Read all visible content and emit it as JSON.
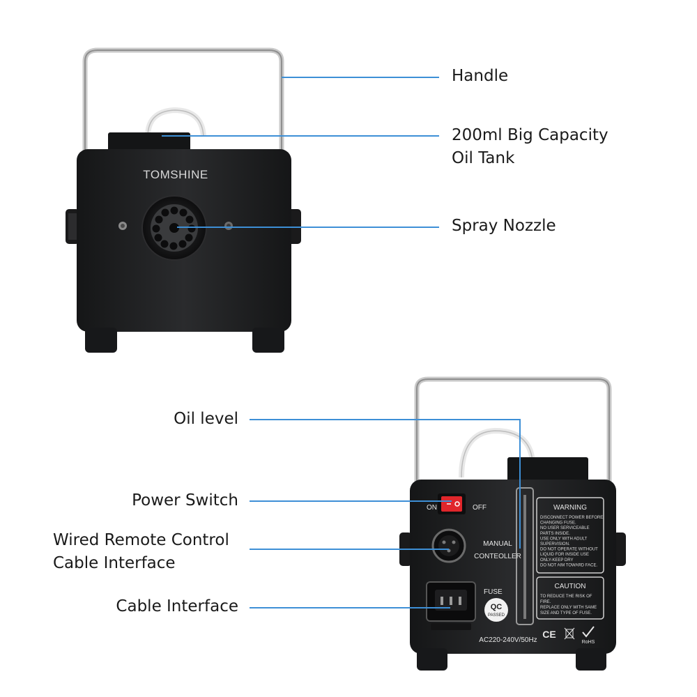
{
  "front_view": {
    "brand": "TOMSHINE",
    "callouts": {
      "handle": "Handle",
      "oil_tank_line1": "200ml Big Capacity",
      "oil_tank_line2": "Oil Tank",
      "spray_nozzle": "Spray Nozzle"
    }
  },
  "back_view": {
    "callouts": {
      "oil_level": "Oil level",
      "power_switch": "Power Switch",
      "remote_line1": "Wired Remote Control",
      "remote_line2": "Cable Interface",
      "cable_interface": "Cable Interface"
    },
    "panel": {
      "switch_on": "ON",
      "switch_off": "OFF",
      "manual_line1": "MANUAL",
      "manual_line2": "CONTEOLLER",
      "fuse": "FUSE",
      "qc": "QC",
      "qc_passed": "PASSED",
      "voltage": "AC220-240V/50Hz",
      "warning_title": "WARNING",
      "warning_lines": [
        "DISCONNECT POWER BEFORE",
        "CHANGING FUSE.",
        "NO USER SERVICEABLE",
        "PARTS INSIDE.",
        "USE ONLY WITH ADULT",
        "SUPERVISION.",
        "DO NOT OPERATE WITHOUT",
        "LIQUID FOR INSIDE USE",
        "ONLY-KEEP DRY",
        "DO NOT AIM TOWARD FACE."
      ],
      "caution_title": "CAUTION",
      "caution_lines": [
        "TO REDUCE THE RISK OF",
        "FIRE.",
        "REPLACE ONLY WITH SAME",
        "SIZE AND TYPE OF FUSE."
      ],
      "ce_mark": "CE",
      "rohs": "RoHS"
    }
  },
  "colors": {
    "accent_line": "#3d8fd6",
    "body": "#1e1f21",
    "handle": "#c8c8c8",
    "switch_red": "#e0262b"
  }
}
